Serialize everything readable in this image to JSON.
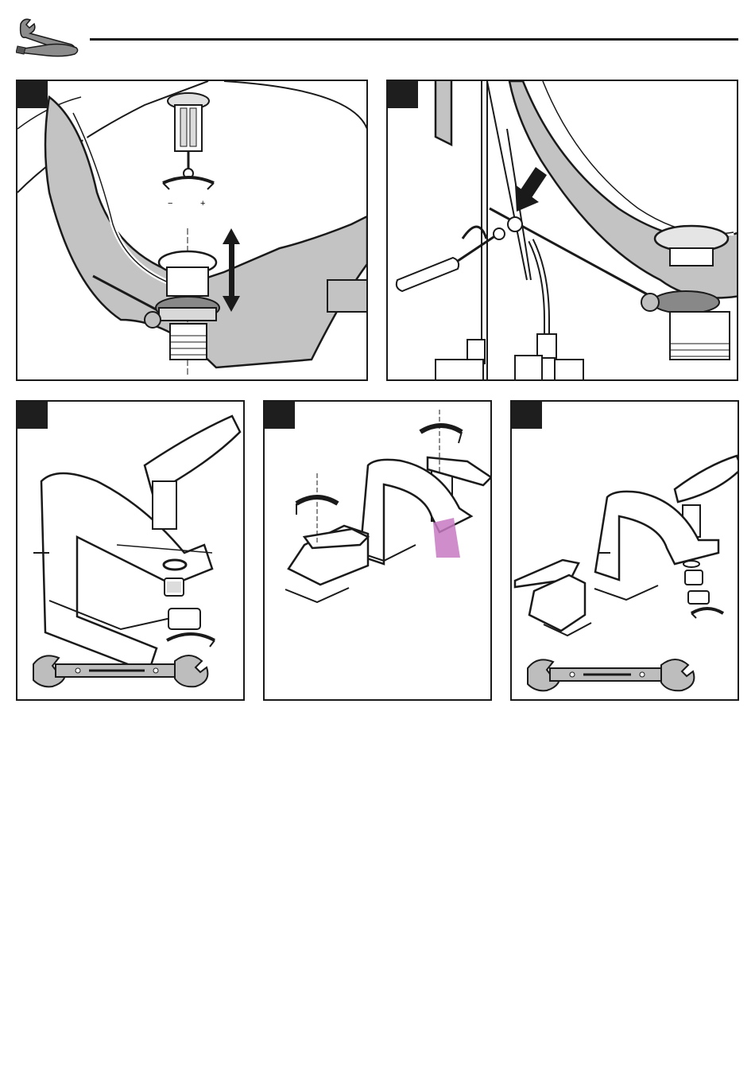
{
  "header": {
    "icon": "tools-icon"
  },
  "panels": [
    {
      "id": "step-1",
      "step_label": "",
      "icons": [
        "pop-up-stopper-icon",
        "adjust-rotation-icon",
        "up-down-arrow-icon"
      ],
      "adjust_minus": "−",
      "adjust_plus": "+"
    },
    {
      "id": "step-2",
      "step_label": "",
      "icons": [
        "screwdriver-icon",
        "down-arrow-icon",
        "pivot-rod-icon"
      ]
    },
    {
      "id": "step-3",
      "step_label": "",
      "icons": [
        "faucet-icon",
        "aerator-icon",
        "wrench-icon"
      ]
    },
    {
      "id": "step-4",
      "step_label": "",
      "icons": [
        "faucet-icon",
        "rotate-handle-icon",
        "water-flow-icon"
      ]
    },
    {
      "id": "step-5",
      "step_label": "",
      "icons": [
        "faucet-icon",
        "aerator-icon",
        "wrench-icon"
      ]
    }
  ],
  "colors": {
    "line": "#1a1a1a",
    "shade": "#bdbdbd",
    "light_shade": "#dcdcdc",
    "water": "#c77ac2"
  }
}
